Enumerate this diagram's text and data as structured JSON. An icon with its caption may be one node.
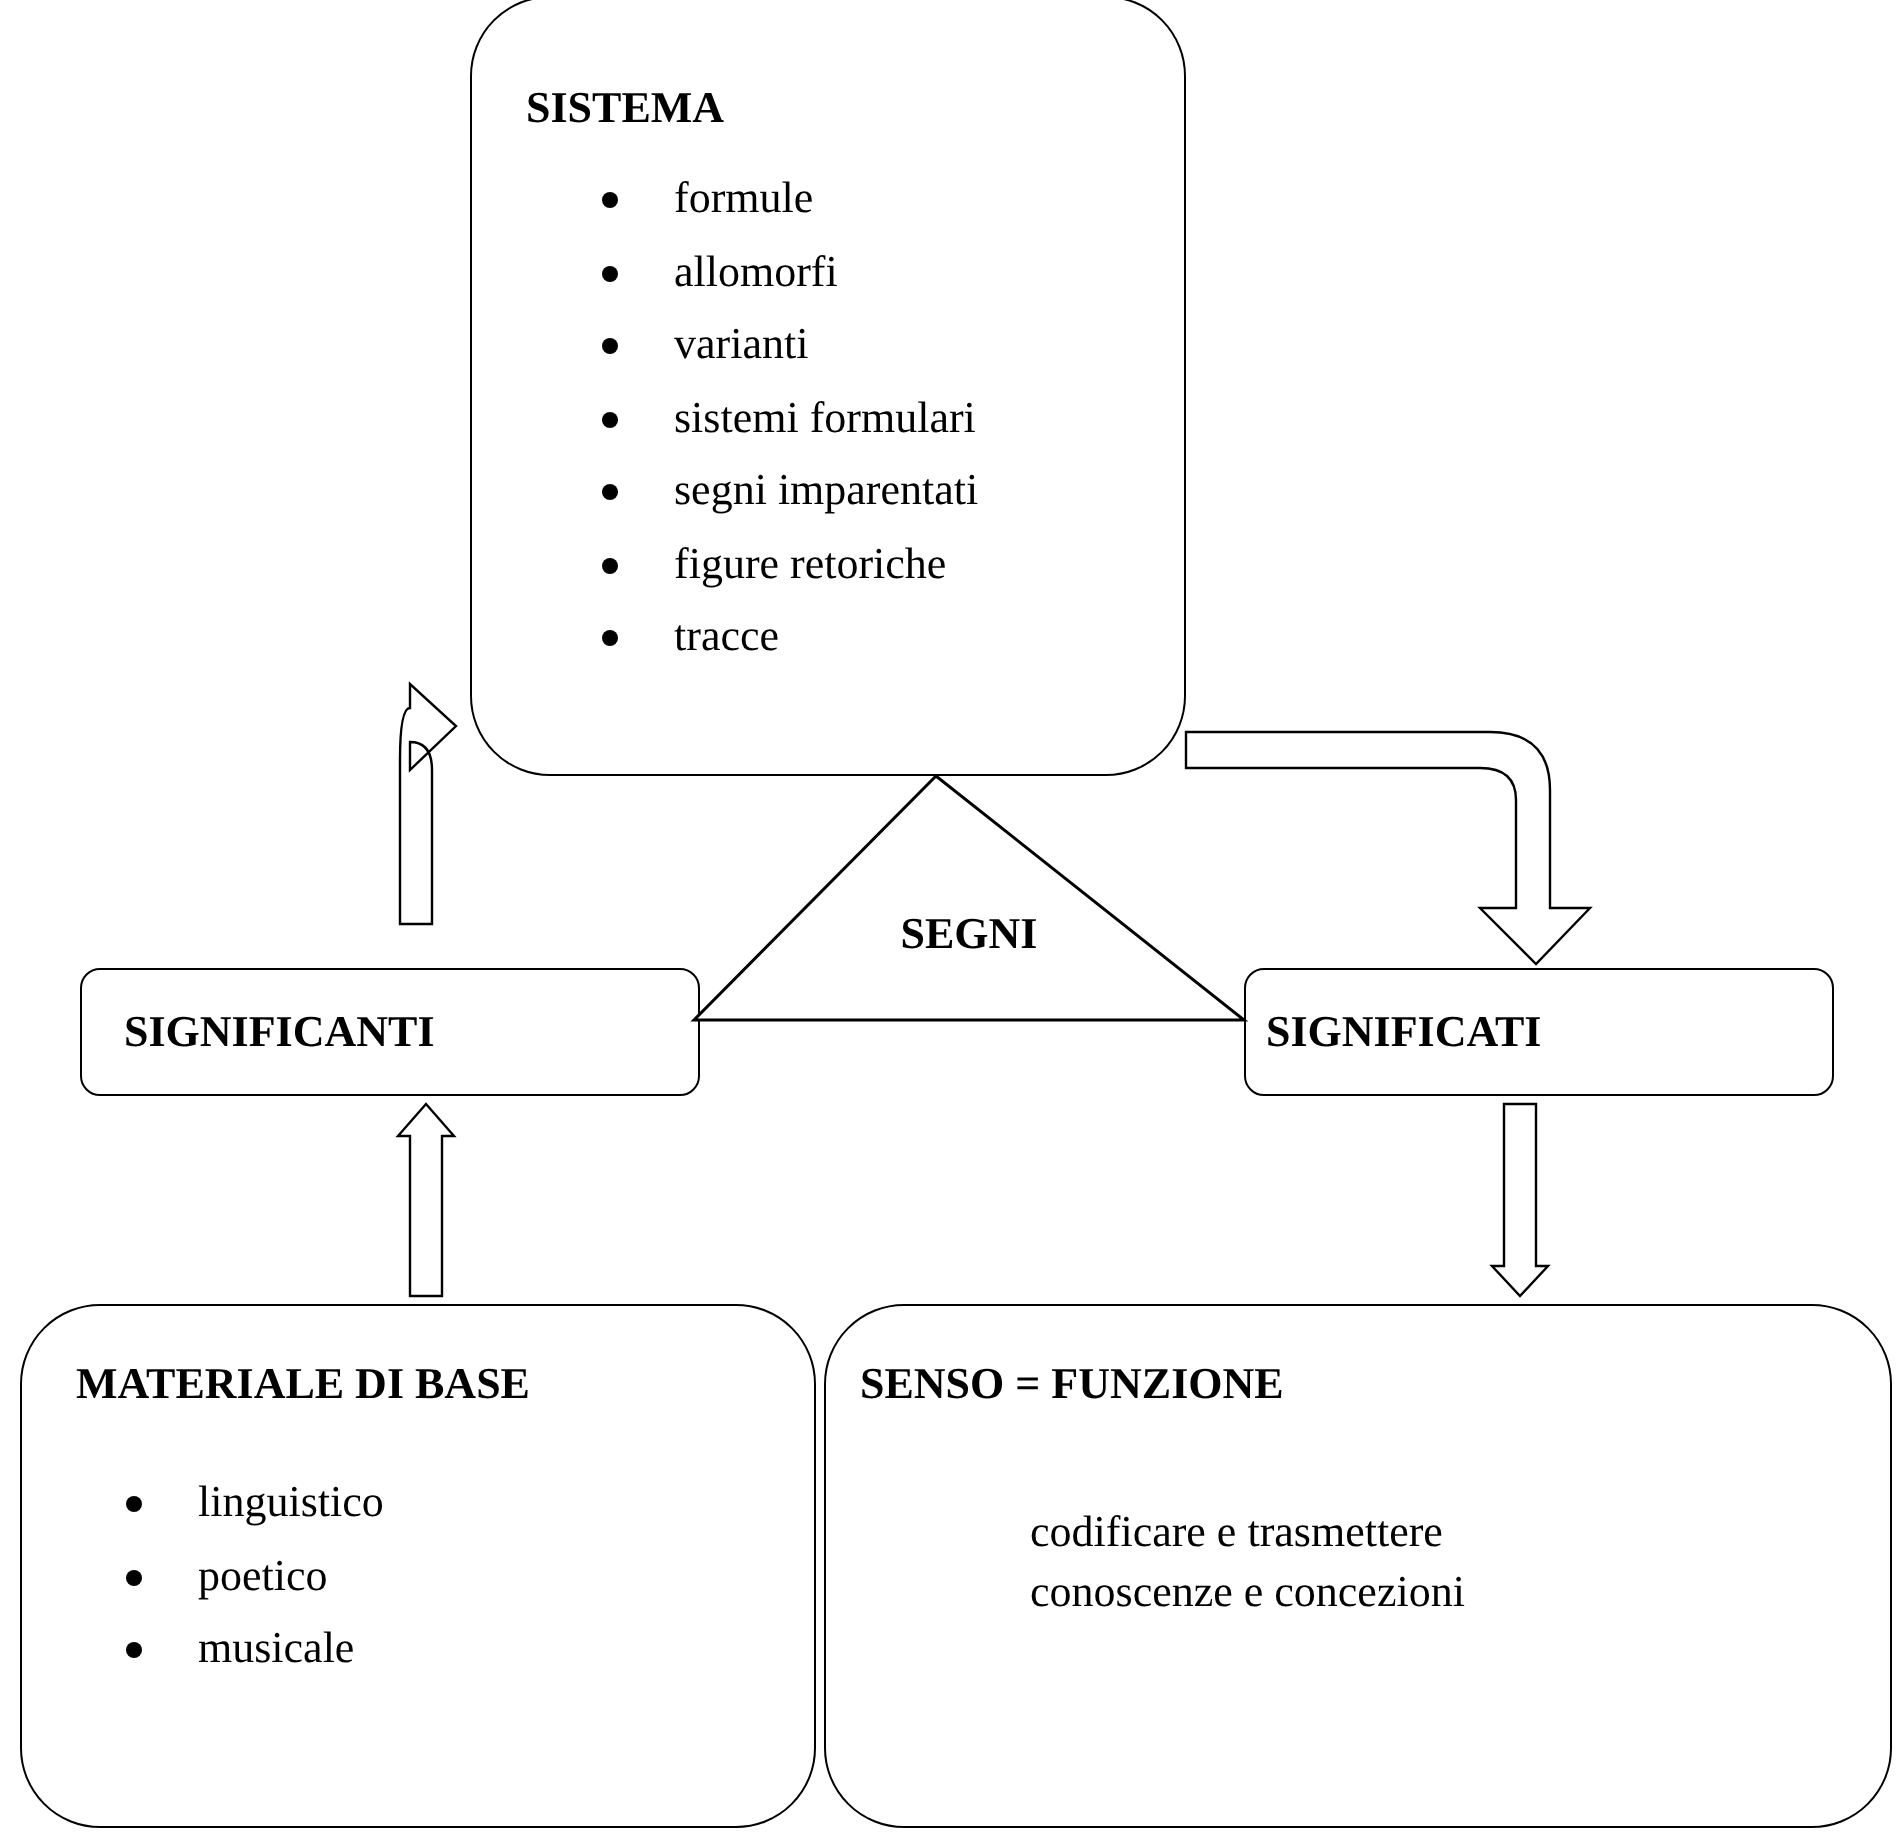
{
  "diagram": {
    "nodes": [
      {
        "text": [
          "SISTEMA",
          "formule",
          "allomorfi",
          "varianti",
          "sistemi formulari",
          "segni imparentati",
          "figure retoriche",
          "tracce"
        ]
      },
      {
        "text": [
          "SEGNI"
        ]
      },
      {
        "text": [
          "SIGNIFICANTI"
        ]
      },
      {
        "text": [
          "SIGNIFICATI"
        ]
      },
      {
        "text": [
          "MATERIALE DI BASE",
          "linguistico",
          "poetico",
          "musicale"
        ]
      },
      {
        "text": [
          "SENSO = FUNZIONE",
          "codificare e trasmettere conoscenze e concezioni"
        ]
      }
    ],
    "edges": [
      {
        "from": 2,
        "to": 0,
        "arrow": "to"
      },
      {
        "from": 0,
        "to": 3,
        "arrow": "to"
      },
      {
        "from": 4,
        "to": 2,
        "arrow": "to"
      },
      {
        "from": 3,
        "to": 5,
        "arrow": "to"
      }
    ]
  }
}
